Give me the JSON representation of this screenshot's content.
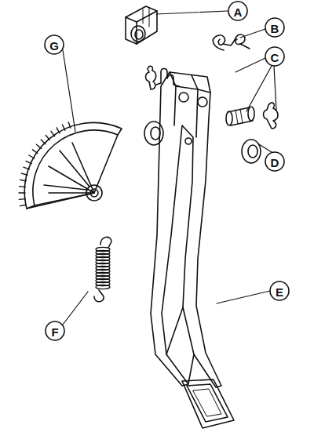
{
  "diagram": {
    "labels": [
      "A",
      "B",
      "G",
      "C",
      "D",
      "E",
      "F"
    ]
  }
}
